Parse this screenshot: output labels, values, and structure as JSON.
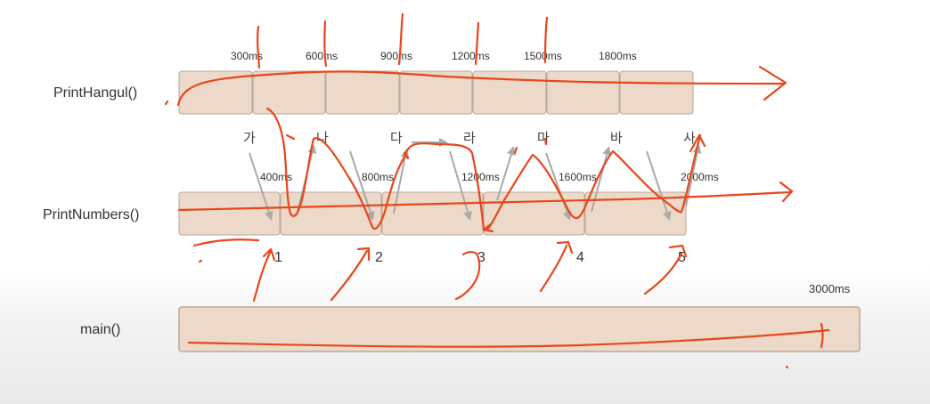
{
  "rows": {
    "hangul_label": "PrintHangul()",
    "numbers_label": "PrintNumbers()",
    "main_label": "main()"
  },
  "hangul_ticks": [
    "300ms",
    "600ms",
    "900ms",
    "1200ms",
    "1500ms",
    "1800ms"
  ],
  "number_ticks": [
    "400ms",
    "800ms",
    "1200ms",
    "1600ms",
    "2000ms"
  ],
  "main_tick": "3000ms",
  "hangul_chars": [
    "가",
    "나",
    "다",
    "라",
    "마",
    "바",
    "사"
  ],
  "numbers": [
    "1",
    "2",
    "3",
    "4",
    "5"
  ],
  "colors": {
    "cell_fill": "#ecd9c9",
    "cell_border": "#b9a89a",
    "annotation": "#e8461a",
    "arrow_gray": "#a9a9a9"
  }
}
